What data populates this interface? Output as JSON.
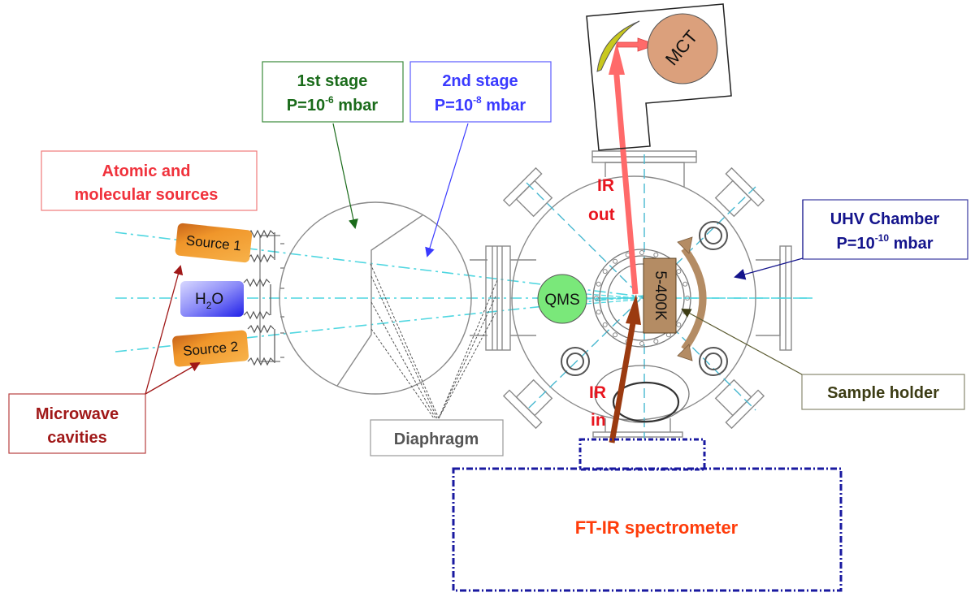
{
  "labels": {
    "atomic_sources": [
      "Atomic and",
      "molecular sources"
    ],
    "first_stage": {
      "line1": "1st stage",
      "pressure_prefix": "P=10",
      "exponent": "-6",
      "unit": " mbar"
    },
    "second_stage": {
      "line1": "2nd stage",
      "pressure_prefix": "P=10",
      "exponent": "-8",
      "unit": " mbar"
    },
    "uhv_chamber": {
      "line1": "UHV Chamber",
      "pressure_prefix": "P=10",
      "exponent": "-10",
      "unit": " mbar"
    },
    "microwave": [
      "Microwave",
      "cavities"
    ],
    "diaphragm": "Diaphragm",
    "sample_holder": "Sample holder",
    "ftir": "FT-IR spectrometer",
    "ir_out": [
      "IR",
      "out"
    ],
    "ir_in": [
      "IR",
      "in"
    ]
  },
  "components": {
    "source1": "Source 1",
    "source2": "Source 2",
    "h2o_main": "H",
    "h2o_sub": "2",
    "h2o_tail": "O",
    "qms": "QMS",
    "temperature": "5-400K",
    "detector": "MCT"
  },
  "colors": {
    "atomic_red": "#f0323c",
    "stage1_green": "#1a6b1a",
    "stage2_blue": "#3a3aff",
    "uhv_navy": "#14148c",
    "microwave_maroon": "#a01818",
    "sample_olive": "#3c3c14",
    "ftir_orange": "#ff3c0a",
    "ir_beam_out": "#ff6a6a",
    "ir_beam_in": "#9b3a10",
    "source_orange": "#f0962a",
    "h2o_blue": "#5050f0",
    "qms_green": "#7ae87a",
    "mct_tan": "#dba07c",
    "mirror_yellow": "#c8c81e",
    "holder_brown": "#b48c64"
  }
}
